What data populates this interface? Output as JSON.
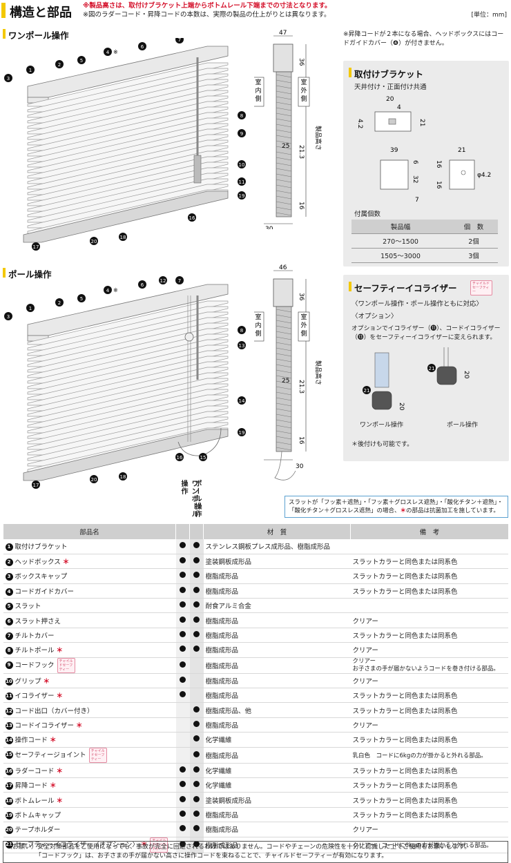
{
  "header": {
    "title": "構造と部品",
    "note1": "※製品高さは、取付けブラケット上端からボトムレール下端までの寸法となります。",
    "note2": "※図のラダーコード・昇降コードの本数は、実際の製品の仕上がりとは異なります。",
    "unit": "[単位：mm]"
  },
  "one_pole": {
    "title": "ワンポール操作",
    "labels": [
      "3",
      "1",
      "2",
      "5",
      "4※",
      "6",
      "7",
      "8",
      "9",
      "10",
      "11",
      "19",
      "16",
      "18",
      "20",
      "17"
    ]
  },
  "pole": {
    "title": "ポール操作",
    "labels": [
      "3",
      "1",
      "2",
      "5",
      "4※",
      "6",
      "12",
      "7",
      "8",
      "13",
      "14",
      "19",
      "16",
      "15",
      "18",
      "20",
      "17"
    ]
  },
  "side_view": {
    "indoor": "室内側",
    "outdoor": "室外側",
    "height": "製品高さ",
    "dims_top": [
      "47",
      "36",
      "25",
      "21.3",
      "16",
      "30"
    ],
    "dims_bottom": [
      "46",
      "36",
      "25",
      "21.3",
      "16",
      "30"
    ]
  },
  "note_cord_guide": "※昇降コードが２本になる場合、ヘッドボックスにはコードガイドカバー（❹）が付きません。",
  "bracket": {
    "title": "取付けブラケット",
    "subtitle": "天井付け・正面付け共通",
    "dims": [
      "20",
      "4",
      "4.2",
      "21",
      "39",
      "6",
      "32",
      "7",
      "21",
      "16",
      "16",
      "φ4.2"
    ],
    "count_title": "付属個数",
    "col_width": "製品幅",
    "col_count": "個　数",
    "rows": [
      {
        "width": "270～1500",
        "count": "2個"
      },
      {
        "width": "1505～3000",
        "count": "3個"
      }
    ]
  },
  "safety": {
    "title": "セーフティーイコライザー",
    "badge": "チャイルドセーフティー",
    "line1": "〈ワンポール操作・ポール操作ともに対応〉",
    "line2": "〈オプション〉",
    "desc": "オプションでイコライザー（⓫）、コードイコライザー（⓭）をセーフティーイコライザーに変えられます。",
    "label_one": "ワンポール操作",
    "label_pole": "ポール操作",
    "num": "21",
    "dim": "20",
    "after": "＊後付けも可能です。"
  },
  "slat_note": {
    "text1": "スラットが「フッ素＋遮熱」・「フッ素＋グロスレス遮熱」・「酸化チタン＋遮熱」・",
    "text2": "「酸化チタン＋グロスレス遮熱」の場合、",
    "star": "＊",
    "text3": "の部品は抗菌加工を施しています。"
  },
  "table": {
    "col_name": "部品名",
    "col_one": "ワンポール操作",
    "col_pole": "ポール操作",
    "col_material": "材　質",
    "col_remark": "備　考",
    "rows": [
      {
        "n": "1",
        "name": "取付けブラケット",
        "star": false,
        "one": true,
        "pole": true,
        "mat": "ステンレス鋼板プレス成形品、樹脂成形品",
        "rem": ""
      },
      {
        "n": "2",
        "name": "ヘッドボックス",
        "star": true,
        "one": true,
        "pole": true,
        "mat": "塗装鋼板成形品",
        "rem": "スラットカラーと同色または同系色"
      },
      {
        "n": "3",
        "name": "ボックスキャップ",
        "star": false,
        "one": true,
        "pole": true,
        "mat": "樹脂成形品",
        "rem": "スラットカラーと同色または同系色"
      },
      {
        "n": "4",
        "name": "コードガイドカバー",
        "star": false,
        "one": true,
        "pole": true,
        "mat": "樹脂成形品",
        "rem": "スラットカラーと同色または同系色"
      },
      {
        "n": "5",
        "name": "スラット",
        "star": false,
        "one": true,
        "pole": true,
        "mat": "耐食アルミ合金",
        "rem": ""
      },
      {
        "n": "6",
        "name": "スラット押さえ",
        "star": false,
        "one": true,
        "pole": true,
        "mat": "樹脂成形品",
        "rem": "クリアー"
      },
      {
        "n": "7",
        "name": "チルトカバー",
        "star": false,
        "one": true,
        "pole": true,
        "mat": "樹脂成形品",
        "rem": "スラットカラーと同色または同系色"
      },
      {
        "n": "8",
        "name": "チルトポール",
        "star": true,
        "one": true,
        "pole": true,
        "mat": "樹脂成形品",
        "rem": "クリアー"
      },
      {
        "n": "9",
        "name": "コードフック",
        "star": false,
        "badge": true,
        "one": true,
        "pole": false,
        "mat": "樹脂成形品",
        "rem": "クリアー",
        "rem2": "お子さまの手が届かないようコードを巻き付ける部品。"
      },
      {
        "n": "10",
        "name": "グリップ",
        "star": true,
        "one": true,
        "pole": false,
        "mat": "樹脂成形品",
        "rem": "クリアー"
      },
      {
        "n": "11",
        "name": "イコライザー",
        "star": true,
        "one": true,
        "pole": false,
        "mat": "樹脂成形品",
        "rem": "スラットカラーと同色または同系色"
      },
      {
        "n": "12",
        "name": "コード出口（カバー付き）",
        "star": false,
        "one": false,
        "pole": true,
        "mat": "樹脂成形品、他",
        "rem": "スラットカラーと同色または同系色"
      },
      {
        "n": "13",
        "name": "コードイコライザー",
        "star": true,
        "one": false,
        "pole": true,
        "mat": "樹脂成形品",
        "rem": "クリアー"
      },
      {
        "n": "14",
        "name": "操作コード",
        "star": true,
        "one": false,
        "pole": true,
        "mat": "化学繊維",
        "rem": "スラットカラーと同色または同系色"
      },
      {
        "n": "15",
        "name": "セーフティージョイント",
        "star": false,
        "badge": true,
        "one": false,
        "pole": true,
        "mat": "樹脂成形品",
        "rem": "乳白色　コードに6kgの力が掛かると外れる部品。"
      },
      {
        "n": "16",
        "name": "ラダーコード",
        "star": true,
        "one": true,
        "pole": true,
        "mat": "化学繊維",
        "rem": "スラットカラーと同色または同系色"
      },
      {
        "n": "17",
        "name": "昇降コード",
        "star": true,
        "one": true,
        "pole": true,
        "mat": "化学繊維",
        "rem": "スラットカラーと同色または同系色"
      },
      {
        "n": "18",
        "name": "ボトムレール",
        "star": true,
        "one": true,
        "pole": true,
        "mat": "塗装鋼板成形品",
        "rem": "スラットカラーと同色または同系色"
      },
      {
        "n": "19",
        "name": "ボトムキャップ",
        "star": false,
        "one": true,
        "pole": true,
        "mat": "樹脂成形品",
        "rem": "スラットカラーと同色または同系色"
      },
      {
        "n": "20",
        "name": "テープホルダー",
        "star": false,
        "one": true,
        "pole": true,
        "mat": "樹脂成形品",
        "rem": "クリアー"
      },
      {
        "n": "21",
        "name": "セーフティーイコライザー〈オプション〉",
        "star": true,
        "badge": true,
        "one": true,
        "pole": true,
        "mat": "樹脂成形品",
        "rem": "クリアー　コードに6kgの力が掛かると外れる部品。"
      }
    ]
  },
  "badge_text": "チャイルドセーフティー",
  "footer": {
    "line1": "（お願い）安全対策部品をご使用になっても、事故が完全に回避されるわけではありません。コードやチェーンの危険性を十分に認識した上でご使用をお願いします。",
    "line2": "「コードフック」は、お子さまの手が届かない高さに操作コードを束ねることで、チャイルドセーフティーが有効になります。"
  },
  "colors": {
    "accent": "#f3c800",
    "red": "#d4102a"
  }
}
